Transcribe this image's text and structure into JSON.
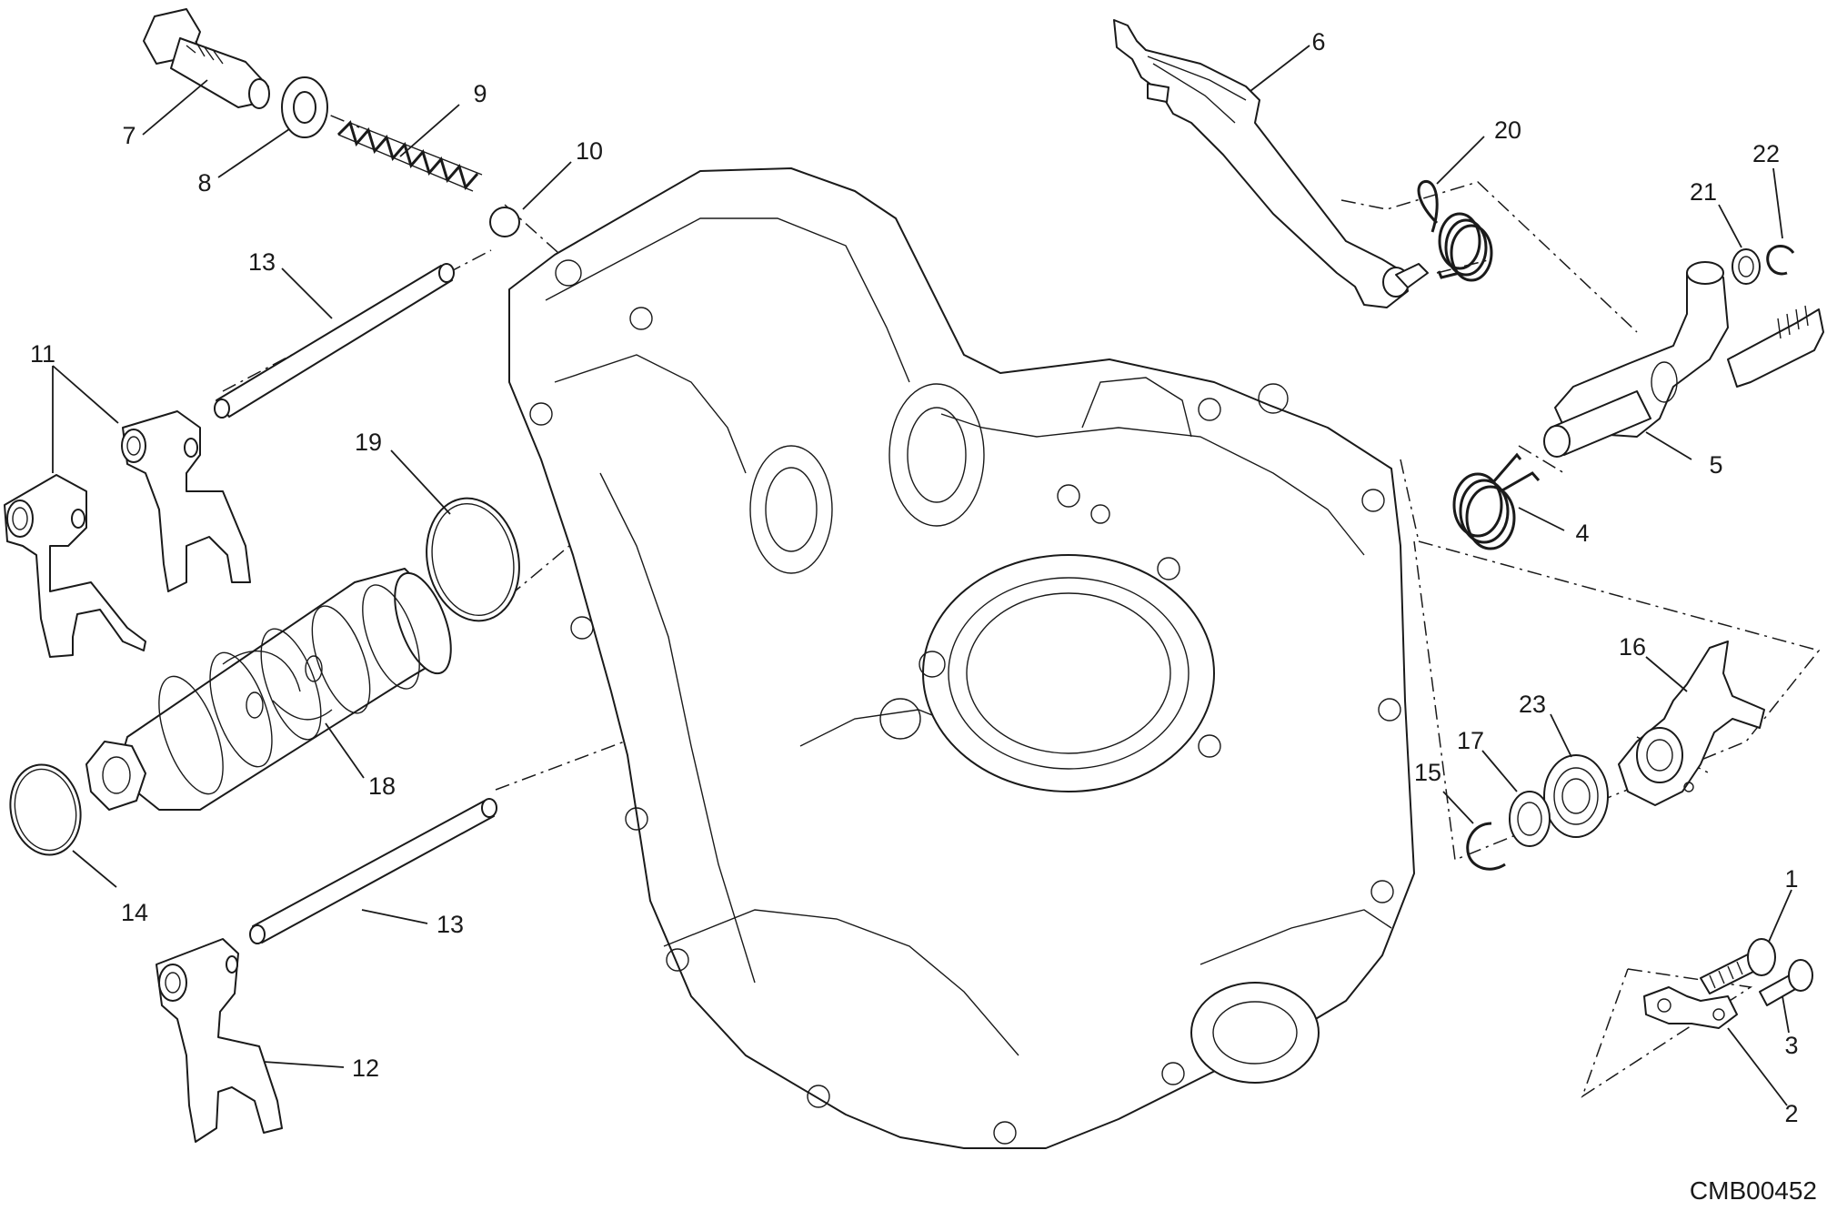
{
  "drawing": {
    "code": "CMB00452"
  },
  "callouts": [
    {
      "id": "c1",
      "label": "1"
    },
    {
      "id": "c2",
      "label": "2"
    },
    {
      "id": "c3",
      "label": "3"
    },
    {
      "id": "c4",
      "label": "4"
    },
    {
      "id": "c5",
      "label": "5"
    },
    {
      "id": "c6",
      "label": "6"
    },
    {
      "id": "c7",
      "label": "7"
    },
    {
      "id": "c8",
      "label": "8"
    },
    {
      "id": "c9",
      "label": "9"
    },
    {
      "id": "c10",
      "label": "10"
    },
    {
      "id": "c11",
      "label": "11"
    },
    {
      "id": "c12",
      "label": "12"
    },
    {
      "id": "c13a",
      "label": "13"
    },
    {
      "id": "c13b",
      "label": "13"
    },
    {
      "id": "c14",
      "label": "14"
    },
    {
      "id": "c15",
      "label": "15"
    },
    {
      "id": "c16",
      "label": "16"
    },
    {
      "id": "c17",
      "label": "17"
    },
    {
      "id": "c18",
      "label": "18"
    },
    {
      "id": "c19",
      "label": "19"
    },
    {
      "id": "c20",
      "label": "20"
    },
    {
      "id": "c21",
      "label": "21"
    },
    {
      "id": "c22",
      "label": "22"
    },
    {
      "id": "c23",
      "label": "23"
    }
  ]
}
